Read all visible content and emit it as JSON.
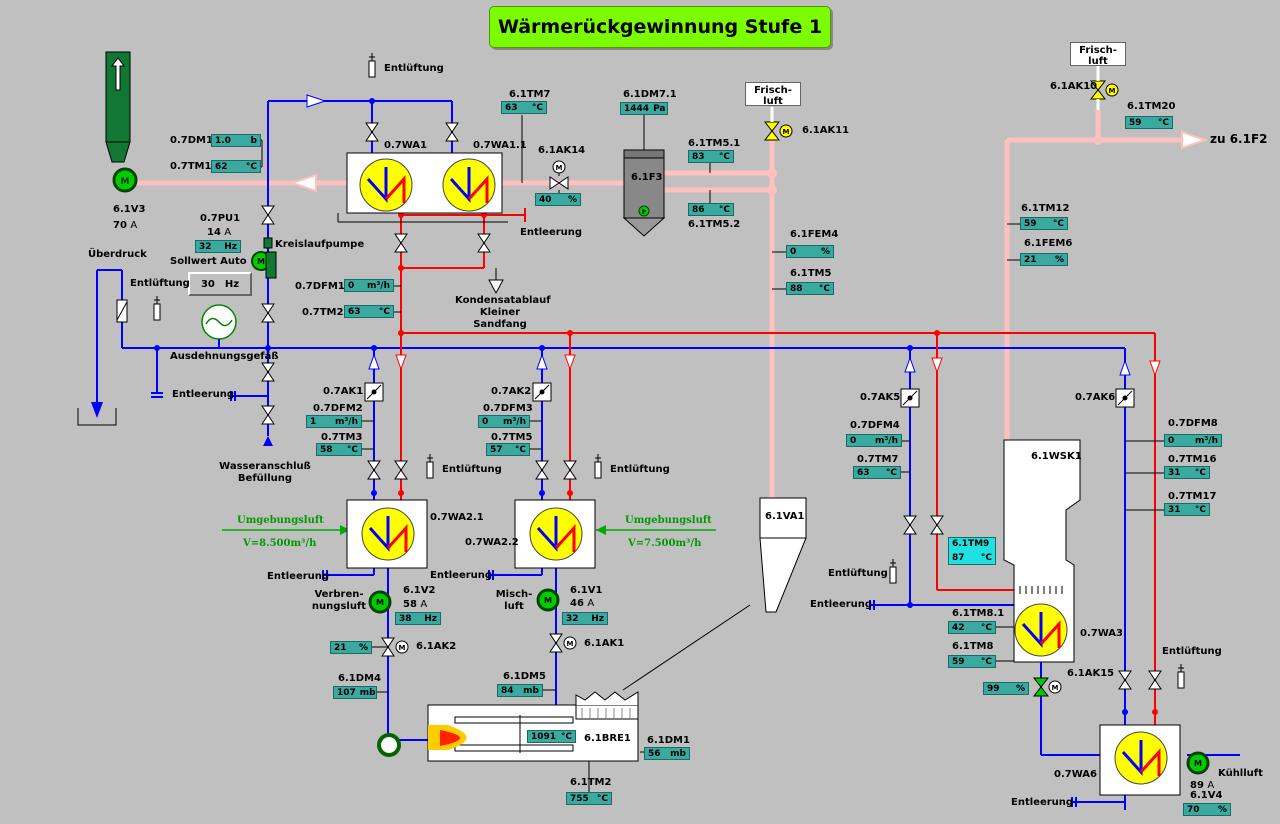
{
  "title": "Wärmerückgewinnung Stufe 1",
  "labels": {
    "entl1": "Entlüftung",
    "dm1": "0.7DM1",
    "tm1": "0.7TM1",
    "v3": "6.1V3",
    "v3cur": "70",
    "pu1": "0.7PU1",
    "pu1cur": "14",
    "kreis": "Kreislaufpumpe",
    "sollwert": "Sollwert Auto",
    "ueberdruck": "Überdruck",
    "entl2": "Entlüftung",
    "ausdehn": "Ausdehnungsgefäß",
    "entleer1": "Entleerung",
    "wasser": "Wasseranschluß Befüllung",
    "wa1": "0.7WA1",
    "wa11": "0.7WA1.1",
    "tm7": "6.1TM7",
    "ak14": "6.1AK14",
    "dm71": "6.1DM7.1",
    "f3": "6.1F3",
    "tm51": "6.1TM5.1",
    "tm52": "6.1TM5.2",
    "entleer2": "Entleerung",
    "dfm1": "0.7DFM1",
    "tm2": "0.7TM2",
    "kondens": "Kondensatablauf Kleiner Sandfang",
    "frisch1": "Frisch-\nluft",
    "ak11": "6.1AK11",
    "fem4": "6.1FEM4",
    "tm5": "6.1TM5",
    "frisch2": "Frisch-\nluft",
    "ak10": "6.1AK10",
    "tm20": "6.1TM20",
    "zu": "zu 6.1F2",
    "tm12": "6.1TM12",
    "fem6": "6.1FEM6",
    "ak1": "0.7AK1",
    "dfm2": "0.7DFM2",
    "tm3": "0.7TM3",
    "entl3": "Entlüftung",
    "ak2": "0.7AK2",
    "dfm3": "0.7DFM3",
    "tm5b": "0.7TM5",
    "entl4": "Entlüftung",
    "umg1": "Umgebungsluft",
    "vol1": "V=8.500m³/h",
    "wa21": "0.7WA2.1",
    "wa22": "0.7WA2.2",
    "umg2": "Umgebungsluft",
    "vol2": "V=7.500m³/h",
    "entleer3": "Entleerung",
    "entleer4": "Entleerung",
    "verbr": "Verbren-\nnungsluft",
    "v2": "6.1V2",
    "v2cur": "58",
    "misch": "Misch-\nluft",
    "v1": "6.1V1",
    "v1cur": "46",
    "ak2b": "6.1AK2",
    "ak1b": "6.1AK1",
    "dm4": "6.1DM4",
    "dm5": "6.1DM5",
    "bre1": "6.1BRE1",
    "dm1b": "6.1DM1",
    "tm2b": "6.1TM2",
    "va1": "6.1VA1",
    "ak5": "0.7AK5",
    "dfm4": "0.7DFM4",
    "tm7b": "0.7TM7",
    "wsk1": "6.1WSK1",
    "tm9": "6.1TM9",
    "entl5": "Entlüftung",
    "entleer5": "Entleerung",
    "tm81": "6.1TM8.1",
    "tm8": "6.1TM8",
    "wa3": "0.7WA3",
    "ak15": "6.1AK15",
    "ak6": "0.7AK6",
    "dfm8": "0.7DFM8",
    "tm16": "0.7TM16",
    "tm17": "0.7TM17",
    "entl6": "Entlüftung",
    "wa6": "0.7WA6",
    "v4": "6.1V4",
    "v4cur": "89",
    "kuehl": "Kühlluft",
    "entleer6": "Entleerung",
    "amp": "A"
  },
  "setpoint": {
    "value": "30",
    "unit": "Hz"
  },
  "readings": {
    "dm1": {
      "v": "1.0",
      "u": "b"
    },
    "tm1": {
      "v": "62",
      "u": "°C"
    },
    "pu1hz": {
      "v": "32",
      "u": "Hz"
    },
    "tm7": {
      "v": "63",
      "u": "°C"
    },
    "ak14": {
      "v": "40",
      "u": "%"
    },
    "dm71": {
      "v": "1444",
      "u": "Pa"
    },
    "tm51": {
      "v": "83",
      "u": "°C"
    },
    "tm52": {
      "v": "86",
      "u": "°C"
    },
    "dfm1": {
      "v": "0",
      "u": "m³/h"
    },
    "tm2": {
      "v": "63",
      "u": "°C"
    },
    "fem4": {
      "v": "0",
      "u": "%"
    },
    "tm5": {
      "v": "88",
      "u": "°C"
    },
    "tm20": {
      "v": "59",
      "u": "°C"
    },
    "tm12": {
      "v": "59",
      "u": "°C"
    },
    "fem6": {
      "v": "21",
      "u": "%"
    },
    "dfm2": {
      "v": "1",
      "u": "m³/h"
    },
    "tm3": {
      "v": "58",
      "u": "°C"
    },
    "dfm3": {
      "v": "0",
      "u": "m³/h"
    },
    "tm5b": {
      "v": "57",
      "u": "°C"
    },
    "v2hz": {
      "v": "38",
      "u": "Hz"
    },
    "v1hz": {
      "v": "32",
      "u": "Hz"
    },
    "ak2b": {
      "v": "21",
      "u": "%"
    },
    "dm4": {
      "v": "107",
      "u": "mb"
    },
    "dm5": {
      "v": "84",
      "u": "mb"
    },
    "bre": {
      "v": "1091",
      "u": "°C"
    },
    "dm1b": {
      "v": "56",
      "u": "mb"
    },
    "tm2b": {
      "v": "755",
      "u": "°C"
    },
    "dfm4": {
      "v": "0",
      "u": "m³/h"
    },
    "tm7b": {
      "v": "63",
      "u": "°C"
    },
    "tm9": {
      "v": "87",
      "u": "°C"
    },
    "tm81": {
      "v": "42",
      "u": "°C"
    },
    "tm8": {
      "v": "59",
      "u": "°C"
    },
    "ak15": {
      "v": "99",
      "u": "%"
    },
    "dfm8": {
      "v": "0",
      "u": "m³/h"
    },
    "tm16": {
      "v": "31",
      "u": "°C"
    },
    "tm17": {
      "v": "31",
      "u": "°C"
    },
    "v4pct": {
      "v": "70",
      "u": "%"
    }
  },
  "colors": {
    "background": "#c0c0c0",
    "supply": "#ff0000",
    "return": "#0000ff",
    "air": "#ffc0c0",
    "exchanger": "#ffff00",
    "motor": "#00cc00",
    "display": "#3aa9a0",
    "title_bg": "#7cfc00"
  },
  "icons": [
    "motor-icon",
    "valve-icon",
    "heat-exchanger-icon",
    "fan-icon",
    "damper-icon",
    "burner-icon",
    "vent-icon"
  ]
}
